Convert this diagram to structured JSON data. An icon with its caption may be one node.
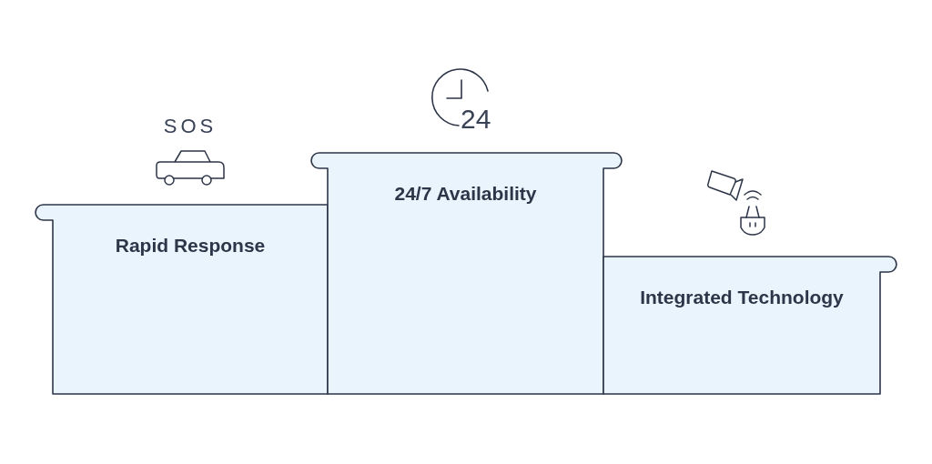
{
  "diagram": {
    "nodes": [
      {
        "text": [
          "Rapid Response"
        ]
      },
      {
        "text": [
          "24/7 Availability"
        ]
      },
      {
        "text": [
          "Integrated Technology"
        ]
      }
    ],
    "labels": [
      "SOS",
      "24"
    ]
  }
}
